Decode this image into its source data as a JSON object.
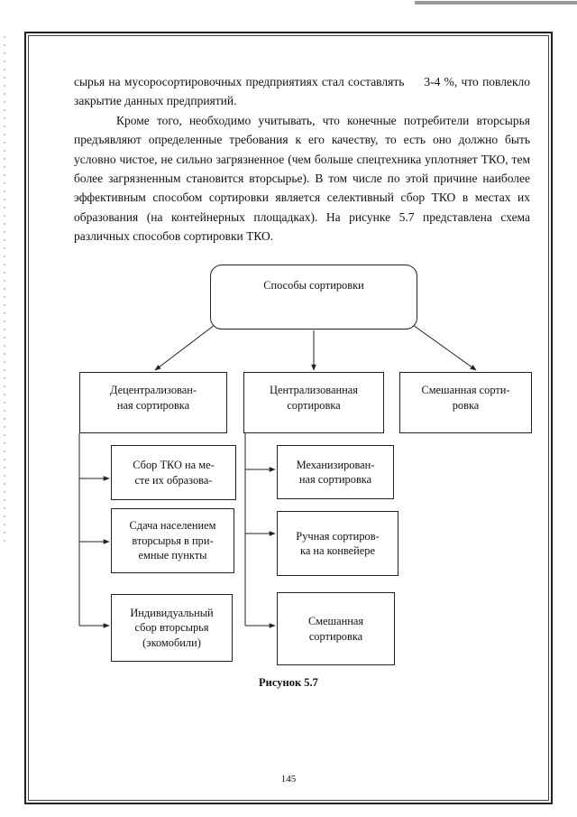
{
  "paragraph1": {
    "line1": "сырья на мусоросортировочных предприятиях стал составлять",
    "value": "3-4 %,",
    "line1_end": "что",
    "line2": "повлекло закрытие данных предприятий."
  },
  "paragraph2": "Кроме того, необходимо учитывать, что конечные потребители вторсырья предъявляют определенные требования к его качеству, то есть оно должно быть условно чистое, не сильно загрязненное (чем больше спецтехника уплотняет ТКО, тем более загрязненным становится вторсырье). В том числе по этой причине наиболее эффективным способом сортировки является селективный сбор ТКО в местах их образования (на контейнерных площадках). На рисунке 5.7 представлена схема различных способов сортировки ТКО.",
  "diagram": {
    "root": "Способы сортировки",
    "decentralized": {
      "line1": "Децентрализован-",
      "line2": "ная сортировка"
    },
    "centralized": {
      "line1": "Централизованная",
      "line2": "сортировка"
    },
    "mixed": {
      "line1": "Смешанная сорти-",
      "line2": "ровка"
    },
    "decentralized_items": [
      {
        "line1": "Сбор ТКО на ме-",
        "line2": "сте их образова-"
      },
      {
        "line1": "Сдача населением",
        "line2": "вторсырья в при-",
        "line3": "емные пункты"
      },
      {
        "line1": "Индивидуальный",
        "line2": "сбор вторсырья",
        "line3": "(экомобили)"
      }
    ],
    "centralized_items": [
      {
        "line1": "Механизирован-",
        "line2": "ная сортировка"
      },
      {
        "line1": "Ручная сортиров-",
        "line2": "ка на конвейере"
      },
      {
        "line1": "Смешанная",
        "line2": "сортировка"
      }
    ]
  },
  "caption": "Рисунок 5.7",
  "page_number": "145"
}
